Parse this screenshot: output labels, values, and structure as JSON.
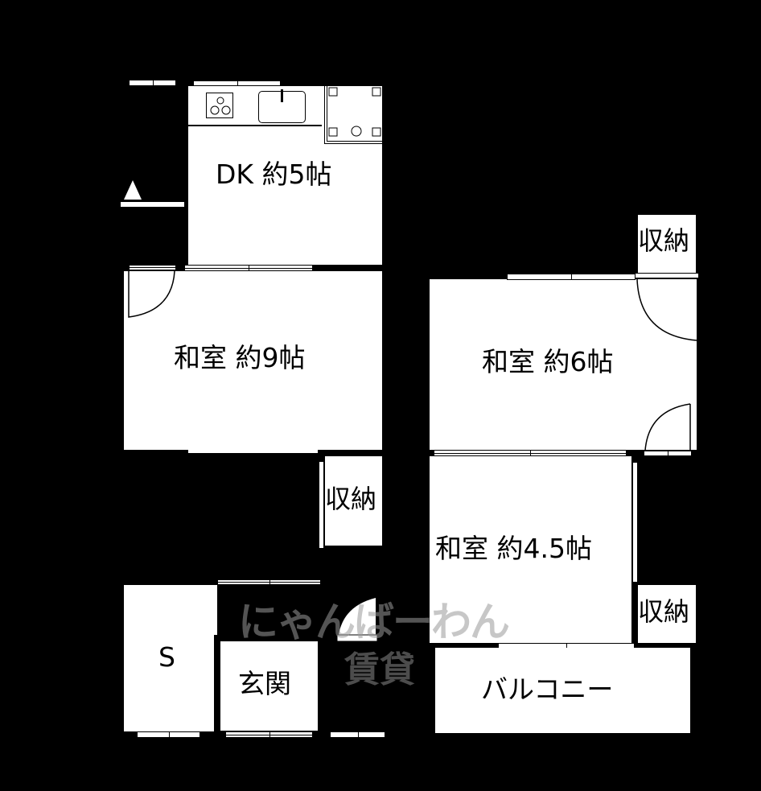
{
  "floorplan": {
    "rooms": [
      {
        "id": "dk",
        "label": "DK 約5帖"
      },
      {
        "id": "washitsu-9",
        "label": "和室 約9帖"
      },
      {
        "id": "washitsu-6",
        "label": "和室 約6帖"
      },
      {
        "id": "washitsu-4-5",
        "label": "和室 約4.5帖"
      },
      {
        "id": "storage-1",
        "label": "収納"
      },
      {
        "id": "storage-2",
        "label": "収納"
      },
      {
        "id": "storage-3",
        "label": "収納"
      },
      {
        "id": "s-room",
        "label": "S"
      },
      {
        "id": "genkan",
        "label": "玄関"
      },
      {
        "id": "balcony",
        "label": "バルコニー"
      }
    ],
    "fixtures": [
      "stove-icon",
      "sink-icon",
      "washer-space-icon",
      "north-arrow-icon"
    ],
    "watermark": {
      "line1": "にゃんばーわん",
      "line2": "賃貸"
    },
    "colors": {
      "background": "#000000",
      "room": "#ffffff",
      "watermark": "#9a9a9a"
    }
  }
}
